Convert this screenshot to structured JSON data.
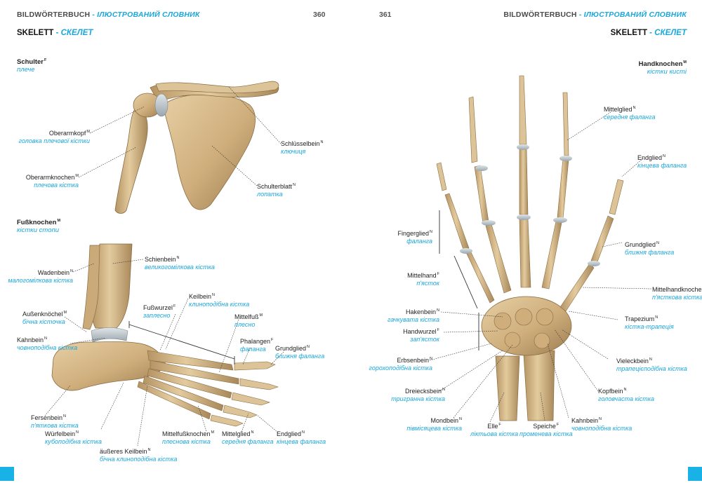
{
  "left_page": {
    "header": {
      "de": "BILDWÖRTERBUCH",
      "sep": " - ",
      "uk": "ІЛЮСТРОВАНИЙ СЛОВНИК"
    },
    "page_number": "360",
    "section": {
      "de": "SKELETT",
      "sep": " - ",
      "uk": "СКЕЛЕТ"
    },
    "shoulder": {
      "heading": {
        "de": "Schulter",
        "g": "F",
        "uk": "плече"
      },
      "labels": [
        {
          "de": "Oberarmkopf",
          "g": "M",
          "uk": "головка плечової кістки"
        },
        {
          "de": "Oberarmknochen",
          "g": "M",
          "uk": "плечова кістка"
        },
        {
          "de": "Schlüsselbein",
          "g": "N",
          "uk": "ключиця"
        },
        {
          "de": "Schulterblatt",
          "g": "N",
          "uk": "лопатка"
        }
      ]
    },
    "foot": {
      "heading": {
        "de": "Fußknochen",
        "g": "M",
        "uk": "кістки стопи"
      },
      "labels": [
        {
          "de": "Schienbein",
          "g": "N",
          "uk": "великогомілкова кістка"
        },
        {
          "de": "Wadenbein",
          "g": "N",
          "uk": "малогомілкова кістка"
        },
        {
          "de": "Außenknöchel",
          "g": "M",
          "uk": "бічна кісточка"
        },
        {
          "de": "Kahnbein",
          "g": "N",
          "uk": "човноподібна кістка"
        },
        {
          "de": "Fußwurzel",
          "g": "F",
          "uk": "заплесно"
        },
        {
          "de": "Keilbein",
          "g": "N",
          "uk": "клиноподібна кістка"
        },
        {
          "de": "Mittelfuß",
          "g": "M",
          "uk": "плесно"
        },
        {
          "de": "Phalangen",
          "g": "F",
          "uk": "фаланга"
        },
        {
          "de": "Grundglied",
          "g": "N",
          "uk": "ближня фаланга"
        },
        {
          "de": "Fersenbein",
          "g": "N",
          "uk": "п'яткова кістка"
        },
        {
          "de": "Würfelbein",
          "g": "N",
          "uk": "кубоподібна кістка"
        },
        {
          "de": "äußeres Keilbein",
          "g": "N",
          "uk": "бічна клиноподібна кістка"
        },
        {
          "de": "Mittelfußknochen",
          "g": "M",
          "uk": "плеснова кістка"
        },
        {
          "de": "Mittelglied",
          "g": "N",
          "uk": "середня фаланга"
        },
        {
          "de": "Endglied",
          "g": "N",
          "uk": "кінцева фаланга"
        }
      ]
    }
  },
  "right_page": {
    "header": {
      "de": "BILDWÖRTERBUCH",
      "sep": " - ",
      "uk": "ІЛЮСТРОВАНИЙ СЛОВНИК"
    },
    "page_number": "361",
    "section": {
      "de": "SKELETT",
      "sep": " - ",
      "uk": "СКЕЛЕТ"
    },
    "hand": {
      "heading": {
        "de": "Handknochen",
        "g": "M",
        "uk": "кістки кисті"
      },
      "labels": [
        {
          "de": "Mittelglied",
          "g": "N",
          "uk": "середня фаланга"
        },
        {
          "de": "Endglied",
          "g": "N",
          "uk": "кінцева фаланга"
        },
        {
          "de": "Fingerglied",
          "g": "N",
          "uk": "фаланга"
        },
        {
          "de": "Grundglied",
          "g": "N",
          "uk": "ближня фаланга"
        },
        {
          "de": "Mittelhand",
          "g": "F",
          "uk": "п'ясток"
        },
        {
          "de": "Mittelhandknochen",
          "g": "M",
          "uk": "п'ясткова кістка"
        },
        {
          "de": "Hakenbein",
          "g": "N",
          "uk": "гачкувата кістка"
        },
        {
          "de": "Trapezium",
          "g": "N",
          "uk": "кістка-трапеція"
        },
        {
          "de": "Handwurzel",
          "g": "F",
          "uk": "зап'ясток"
        },
        {
          "de": "Erbsenbein",
          "g": "N",
          "uk": "горохоподібна кістка"
        },
        {
          "de": "Vieleckbein",
          "g": "N",
          "uk": "трапецієподібна кістка"
        },
        {
          "de": "Dreiecksbein",
          "g": "N",
          "uk": "тригранна кістка"
        },
        {
          "de": "Kopfbein",
          "g": "N",
          "uk": "головчаста кістка"
        },
        {
          "de": "Mondbein",
          "g": "N",
          "uk": "півмісяцева кістка"
        },
        {
          "de": "Elle",
          "g": "F",
          "uk": "ліктьова кістка"
        },
        {
          "de": "Speiche",
          "g": "F",
          "uk": "променева кістка"
        },
        {
          "de": "Kahnbein",
          "g": "N",
          "uk": "човноподібна кістка"
        }
      ]
    }
  },
  "colors": {
    "accent": "#1aa7dc",
    "bone": "#d2b486",
    "bone_shadow": "#a98a5c",
    "cartilage": "#c9d0d4"
  }
}
